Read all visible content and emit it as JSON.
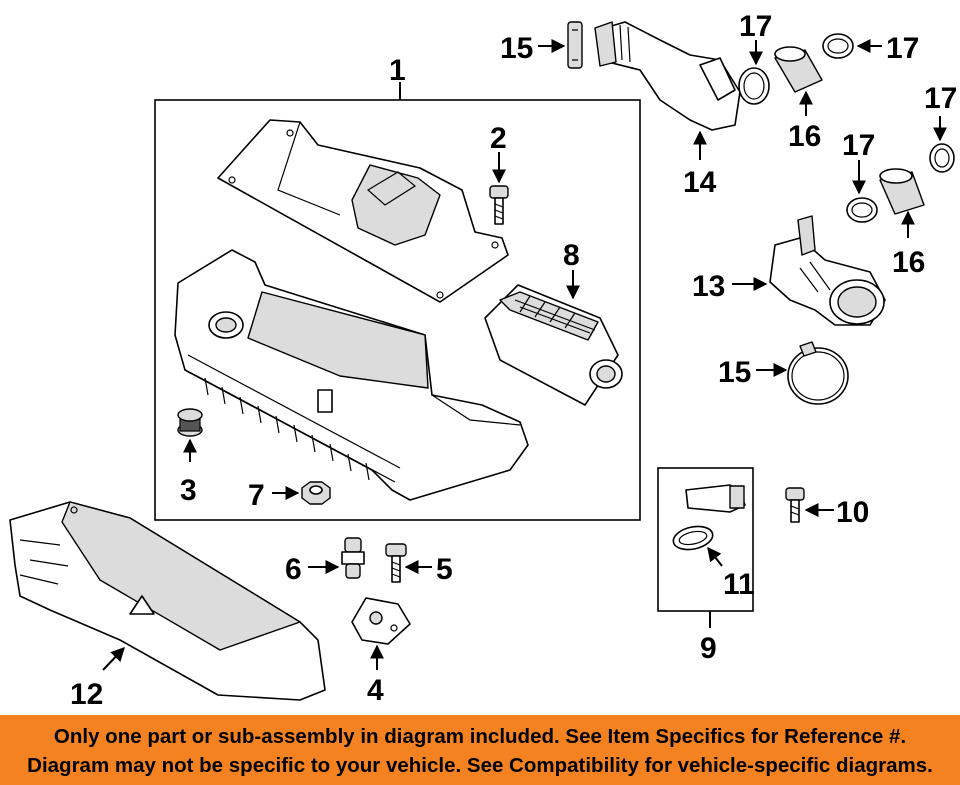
{
  "callouts": {
    "c1": "1",
    "c2": "2",
    "c3": "3",
    "c4": "4",
    "c5": "5",
    "c6": "6",
    "c7": "7",
    "c8": "8",
    "c9": "9",
    "c10": "10",
    "c11": "11",
    "c12": "12",
    "c13": "13",
    "c14": "14",
    "c15a": "15",
    "c15b": "15",
    "c16a": "16",
    "c16b": "16",
    "c17a": "17",
    "c17b": "17",
    "c17c": "17",
    "c17d": "17"
  },
  "footer": {
    "line1": "Only one part or sub-assembly in diagram included. See Item Specifics for Reference #.",
    "line2": "Diagram may not be specific to your vehicle. See Compatibility for vehicle-specific diagrams."
  },
  "colors": {
    "footer_bg": "#f58220",
    "text": "#000000",
    "background": "#ffffff"
  }
}
